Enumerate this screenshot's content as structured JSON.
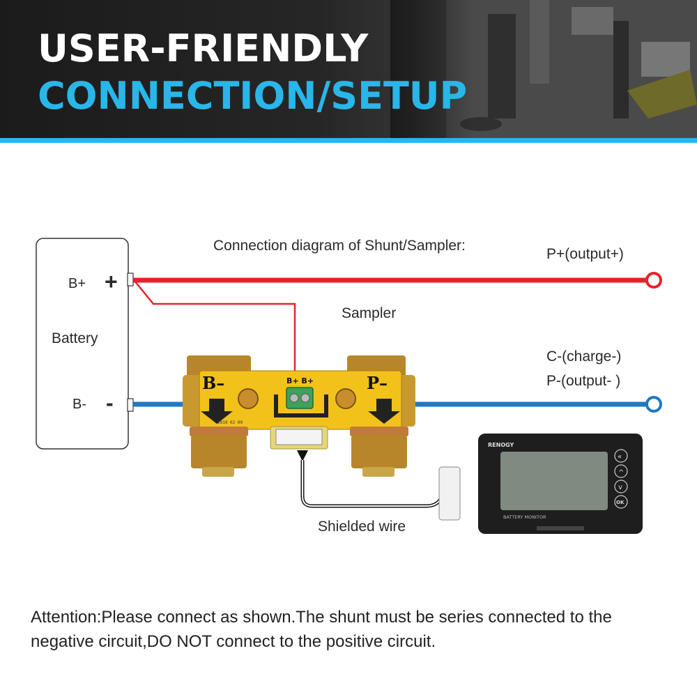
{
  "banner": {
    "title_line1": "USER-FRIENDLY",
    "title_line2": "CONNECTION/SETUP",
    "accent_color": "#29b6e8"
  },
  "diagram": {
    "heading": "Connection diagram of Shunt/Sampler:",
    "sampler_label": "Sampler",
    "battery": {
      "label": "Battery",
      "positive_terminal": "B+",
      "negative_terminal": "B-",
      "positive_symbol": "+",
      "negative_symbol": "-"
    },
    "outputs": {
      "positive": "P+(output+)",
      "charge_negative": "C-(charge-)",
      "output_negative": "P-(output- )"
    },
    "shunt": {
      "left_marking": "B–",
      "right_marking": "P–",
      "terminal_labels": "B+ B+",
      "date_code": "2019 02 09"
    },
    "monitor": {
      "brand": "RENOGY",
      "model": "BATTERY MONITOR",
      "buttons": [
        "«",
        "^",
        "v",
        "OK"
      ]
    },
    "wire_label": "Shielded wire",
    "colors": {
      "positive_wire": "#e8222a",
      "negative_wire": "#1f78c1",
      "sampler_wire": "#e8222a",
      "shunt_brass": "#c8992e",
      "shunt_board": "#f2c21b"
    }
  },
  "attention": "Attention:Please connect as shown.The shunt must be series connected to the negative circuit,DO NOT connect to the positive circuit."
}
